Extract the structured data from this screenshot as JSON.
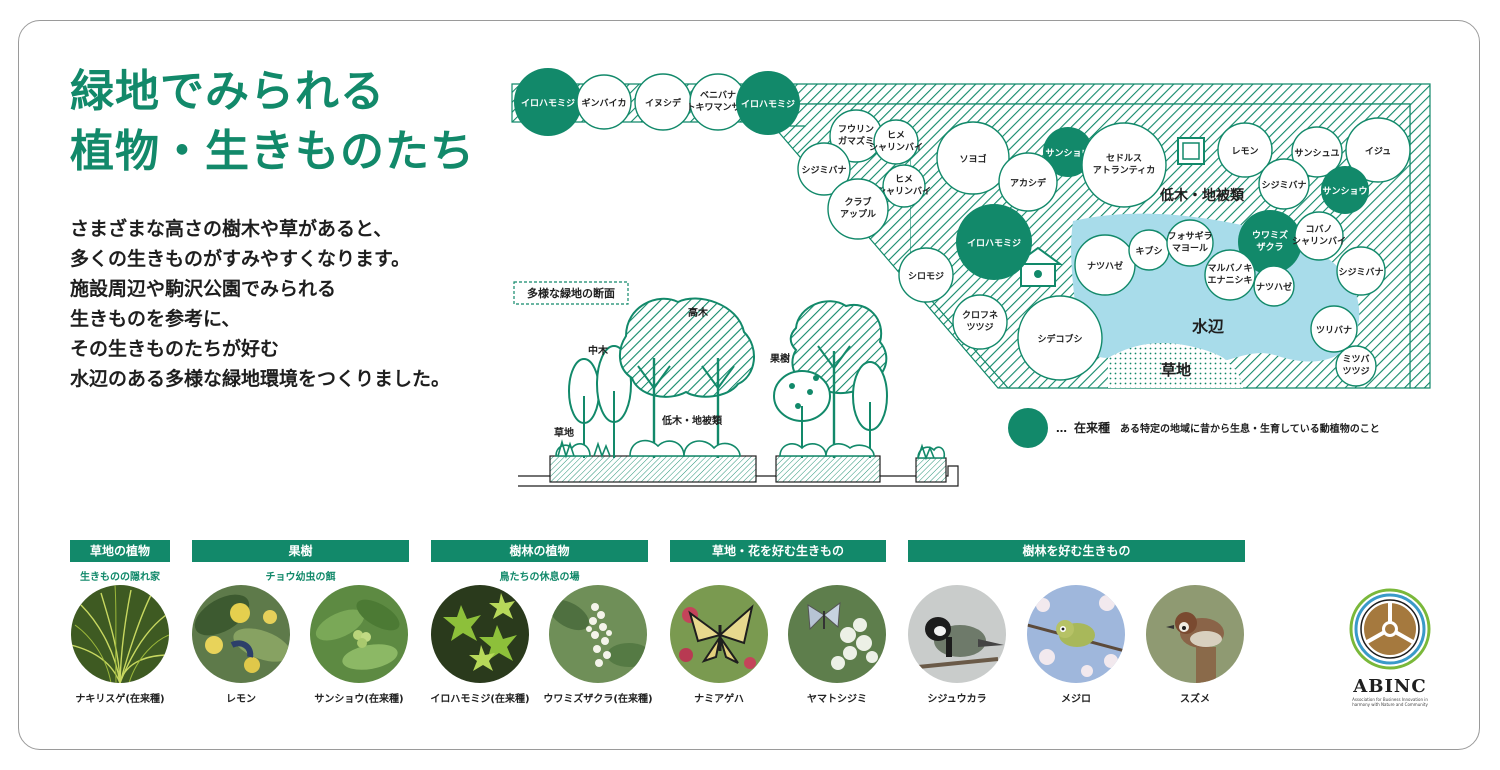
{
  "title": {
    "line1": "緑地でみられる",
    "line2": "植物・生きものたち"
  },
  "intro": [
    "さまざまな高さの樹木や草があると、",
    "多くの生きものがすみやすくなります。",
    "施設周辺や駒沢公園でみられる",
    "生きものを参考に、",
    "その生きものたちが好む",
    "水辺のある多様な緑地環境をつくりました。"
  ],
  "map": {
    "trees": {
      "irohamomiji_1": "イロハモミジ",
      "ginbaika": "ギンバイカ",
      "inushide": "イヌシデ",
      "benibana_1": "ベニバナ",
      "benibana_2": "トキワマンサク",
      "irohamomiji_2": "イロハモミジ",
      "fuurin_1": "フウリン",
      "fuurin_2": "ガマズミ",
      "hime1_1": "ヒメ",
      "hime1_2": "シャリンバイ",
      "shijimibana_1": "シジミバナ",
      "hime2_1": "ヒメ",
      "hime2_2": "シャリンバイ",
      "crab_1": "クラブ",
      "crab_2": "アップル",
      "soyogo": "ソヨゴ",
      "sanshou_1": "サンショウ",
      "akashide": "アカシデ",
      "cedrus_1": "セドルス",
      "cedrus_2": "アトランティカ",
      "lemon": "レモン",
      "sanshuyu": "サンシュユ",
      "ijyu": "イジュ",
      "shijimibana_2": "シジミバナ",
      "sanshou_2": "サンショウ",
      "irohamomiji_3": "イロハモミジ",
      "shiromoji": "シロモジ",
      "natsuhaze_1": "ナツハゼ",
      "kibushi": "キブシ",
      "fosa_1": "フォサギラ",
      "fosa_2": "マヨール",
      "uwamizu_1": "ウワミズ",
      "uwamizu_2": "ザクラ",
      "kobano_1": "コバノ",
      "kobano_2": "シャリンバイ",
      "maruba_1": "マルバノキ",
      "maruba_2": "エナニシキ",
      "natsuhaze_2": "ナツハゼ",
      "shijimibana_3": "シジミバナ",
      "kurofune_1": "クロフネ",
      "kurofune_2": "ツツジ",
      "shidekobushi": "シデコブシ",
      "tsuribana": "ツリバナ",
      "mitsuba_1": "ミツバ",
      "mitsuba_2": "ツツジ"
    },
    "zones": {
      "shrub": "低木・地被類",
      "water": "水辺",
      "grass": "草地"
    },
    "section": {
      "title": "多様な緑地の断面",
      "tall": "高木",
      "mid": "中木",
      "fruit": "果樹",
      "shrub": "低木・地被類",
      "grass": "草地"
    },
    "legend": {
      "ellipsis": "…",
      "term": "在来種",
      "desc": "ある特定の地域に昔から生息・生育している動植物のこと"
    },
    "colors": {
      "accent": "#12896a",
      "water": "#a8dcea",
      "line": "#12896a"
    }
  },
  "categories": {
    "grass_plants": {
      "label": "草地の植物",
      "sub": "生きものの隠れ家"
    },
    "fruit_trees": {
      "label": "果樹",
      "sub": "チョウ幼虫の餌"
    },
    "forest_plants": {
      "label": "樹林の植物",
      "sub": "鳥たちの休息の場"
    },
    "grass_creatures": {
      "label": "草地・花を好む生きもの"
    },
    "forest_creatures": {
      "label": "樹林を好む生きもの"
    }
  },
  "photos": [
    {
      "icon": "grass-photo",
      "caption": "ナキリスゲ(在来種)"
    },
    {
      "icon": "lemon-photo",
      "caption": "レモン"
    },
    {
      "icon": "sansho-photo",
      "caption": "サンショウ(在来種)"
    },
    {
      "icon": "maple-photo",
      "caption": "イロハモミジ(在来種)"
    },
    {
      "icon": "cherry-blossom-photo",
      "caption": "ウワミズザクラ(在来種)"
    },
    {
      "icon": "swallowtail-photo",
      "caption": "ナミアゲハ"
    },
    {
      "icon": "blue-butterfly-photo",
      "caption": "ヤマトシジミ"
    },
    {
      "icon": "great-tit-photo",
      "caption": "シジュウカラ"
    },
    {
      "icon": "white-eye-photo",
      "caption": "メジロ"
    },
    {
      "icon": "sparrow-photo",
      "caption": "スズメ"
    }
  ],
  "logo": {
    "name": "ABINC",
    "tagline": "Association for Business Innovation in harmony with Nature and Community"
  }
}
